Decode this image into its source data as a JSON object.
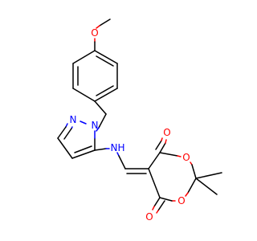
{
  "colors": {
    "carbon": "#000000",
    "nitrogen": "#0000ff",
    "oxygen": "#ff0000",
    "background": "#ffffff"
  },
  "atoms": {
    "o_methoxy": "O",
    "n1_pyrazole": "N",
    "n2_pyrazole": "N",
    "nh_amine_n": "N",
    "nh_amine_h": "H",
    "o_carbonyl_top": "O",
    "o_ring_top": "O",
    "o_ring_bottom": "O",
    "o_carbonyl_bottom": "O"
  }
}
